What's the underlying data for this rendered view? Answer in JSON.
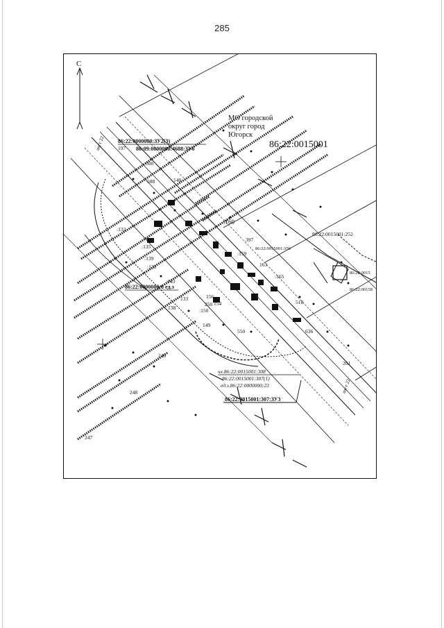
{
  "page": {
    "number": "285"
  },
  "map": {
    "north_label": "С",
    "municipality": [
      "МО городской",
      "округ город",
      "Югорск"
    ],
    "cadastral_block": "86:22:0015001",
    "labels": {
      "zu2": "86:22:0000000:ЗУ2(3)",
      "zu6": "86:09:0000000:4688:ЗУ6",
      "lot252": "86:22:0015001:252",
      "lot356": "86:22:0015001:356",
      "ed3": "86:22:0000000:8 ед.з",
      "edge_right_1": "86:22:0015",
      "edge_right_2": "86:22:00158",
      "cx308": "чх.86:22:0015001:308",
      "cx307": "86:22:0015001:307(1)",
      "ez23": "ед.з.86:22:0000000:23",
      "zu3": "86:22:0015001:307:ЗУ3",
      "list22_top": "лист 22",
      "list22_bottom": "лист 22"
    },
    "parcel_numbers": [
      "197",
      "500",
      "588",
      "140",
      ":160",
      "397",
      ":159",
      "163",
      ":165",
      ":132",
      ":135",
      ":139",
      ":135",
      ":143",
      "133",
      "138",
      ":150",
      "149",
      "250",
      "248",
      "247",
      "249",
      "550",
      "518",
      "636",
      "156",
      "154",
      "201"
    ]
  }
}
